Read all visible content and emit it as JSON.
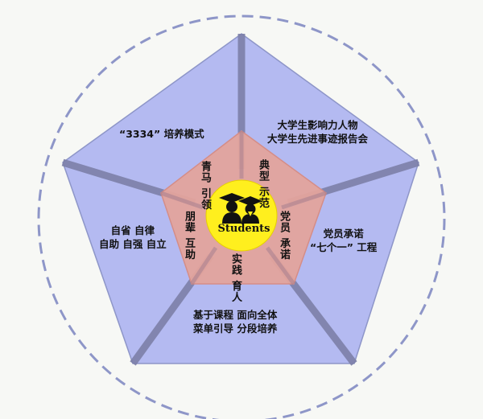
{
  "center": {
    "label": "Students"
  },
  "outer_sections": [
    {
      "id": "top-left",
      "lines": [
        "“3334” 培养模式"
      ]
    },
    {
      "id": "top-right",
      "lines": [
        "大学生影响力人物",
        "大学生先进事迹报告会"
      ]
    },
    {
      "id": "right",
      "lines": [
        "党员承诺",
        "“七个一” 工程"
      ]
    },
    {
      "id": "bottom",
      "lines": [
        "基于课程  面向全体",
        "菜单引导  分段培养"
      ]
    },
    {
      "id": "left",
      "lines": [
        "自省  自律",
        "自助  自强  自立"
      ]
    }
  ],
  "inner_sections": [
    {
      "id": "top-left",
      "lines": [
        "青马",
        "引领"
      ]
    },
    {
      "id": "top-right",
      "lines": [
        "典型",
        "示范"
      ]
    },
    {
      "id": "right",
      "lines": [
        "党员",
        "承诺"
      ]
    },
    {
      "id": "bottom",
      "lines": [
        "实践",
        "育人"
      ]
    },
    {
      "id": "left",
      "lines": [
        "朋辈",
        "互助"
      ]
    }
  ],
  "colors": {
    "outer_pentagon": "#a8aff0",
    "inner_pentagon": "#e3a39c",
    "spokes": "#7d80a8",
    "dashed_circle": "#8e96c8",
    "center_circle": "#ffef1e"
  },
  "icons": [
    "students-icon"
  ]
}
